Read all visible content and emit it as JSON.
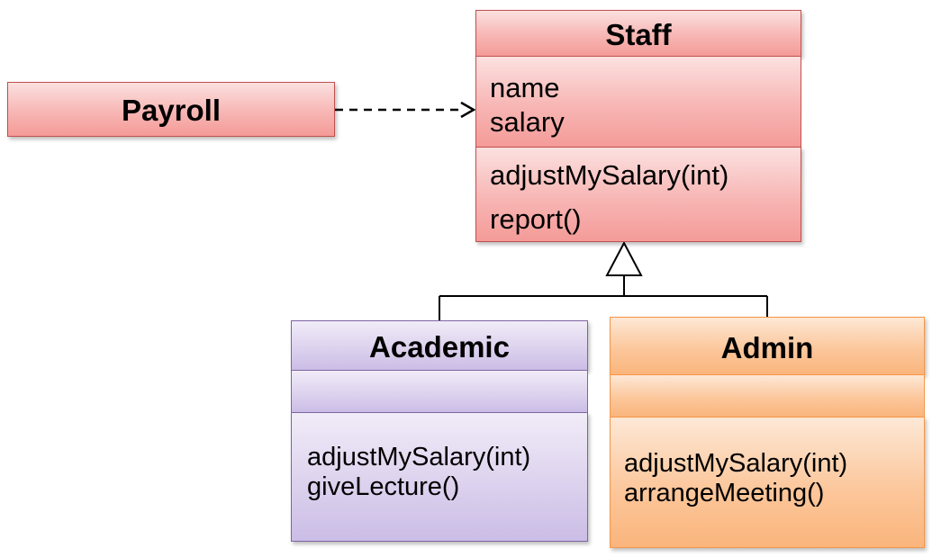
{
  "classes": {
    "payroll": {
      "name": "Payroll"
    },
    "staff": {
      "name": "Staff",
      "attributes": [
        "name",
        "salary"
      ],
      "methods": [
        "adjustMySalary(int)",
        "report()"
      ]
    },
    "academic": {
      "name": "Academic",
      "attributes": [],
      "methods": [
        "adjustMySalary(int)",
        "giveLecture()"
      ]
    },
    "admin": {
      "name": "Admin",
      "attributes": [],
      "methods": [
        "adjustMySalary(int)",
        "arrangeMeeting()"
      ]
    }
  },
  "relations": [
    {
      "type": "dependency",
      "from": "Payroll",
      "to": "Staff"
    },
    {
      "type": "generalization",
      "from": "Academic",
      "to": "Staff"
    },
    {
      "type": "generalization",
      "from": "Admin",
      "to": "Staff"
    }
  ],
  "colors": {
    "staff_payroll_border": "#c0504d",
    "academic_border": "#8064a2",
    "admin_border": "#f79646"
  }
}
